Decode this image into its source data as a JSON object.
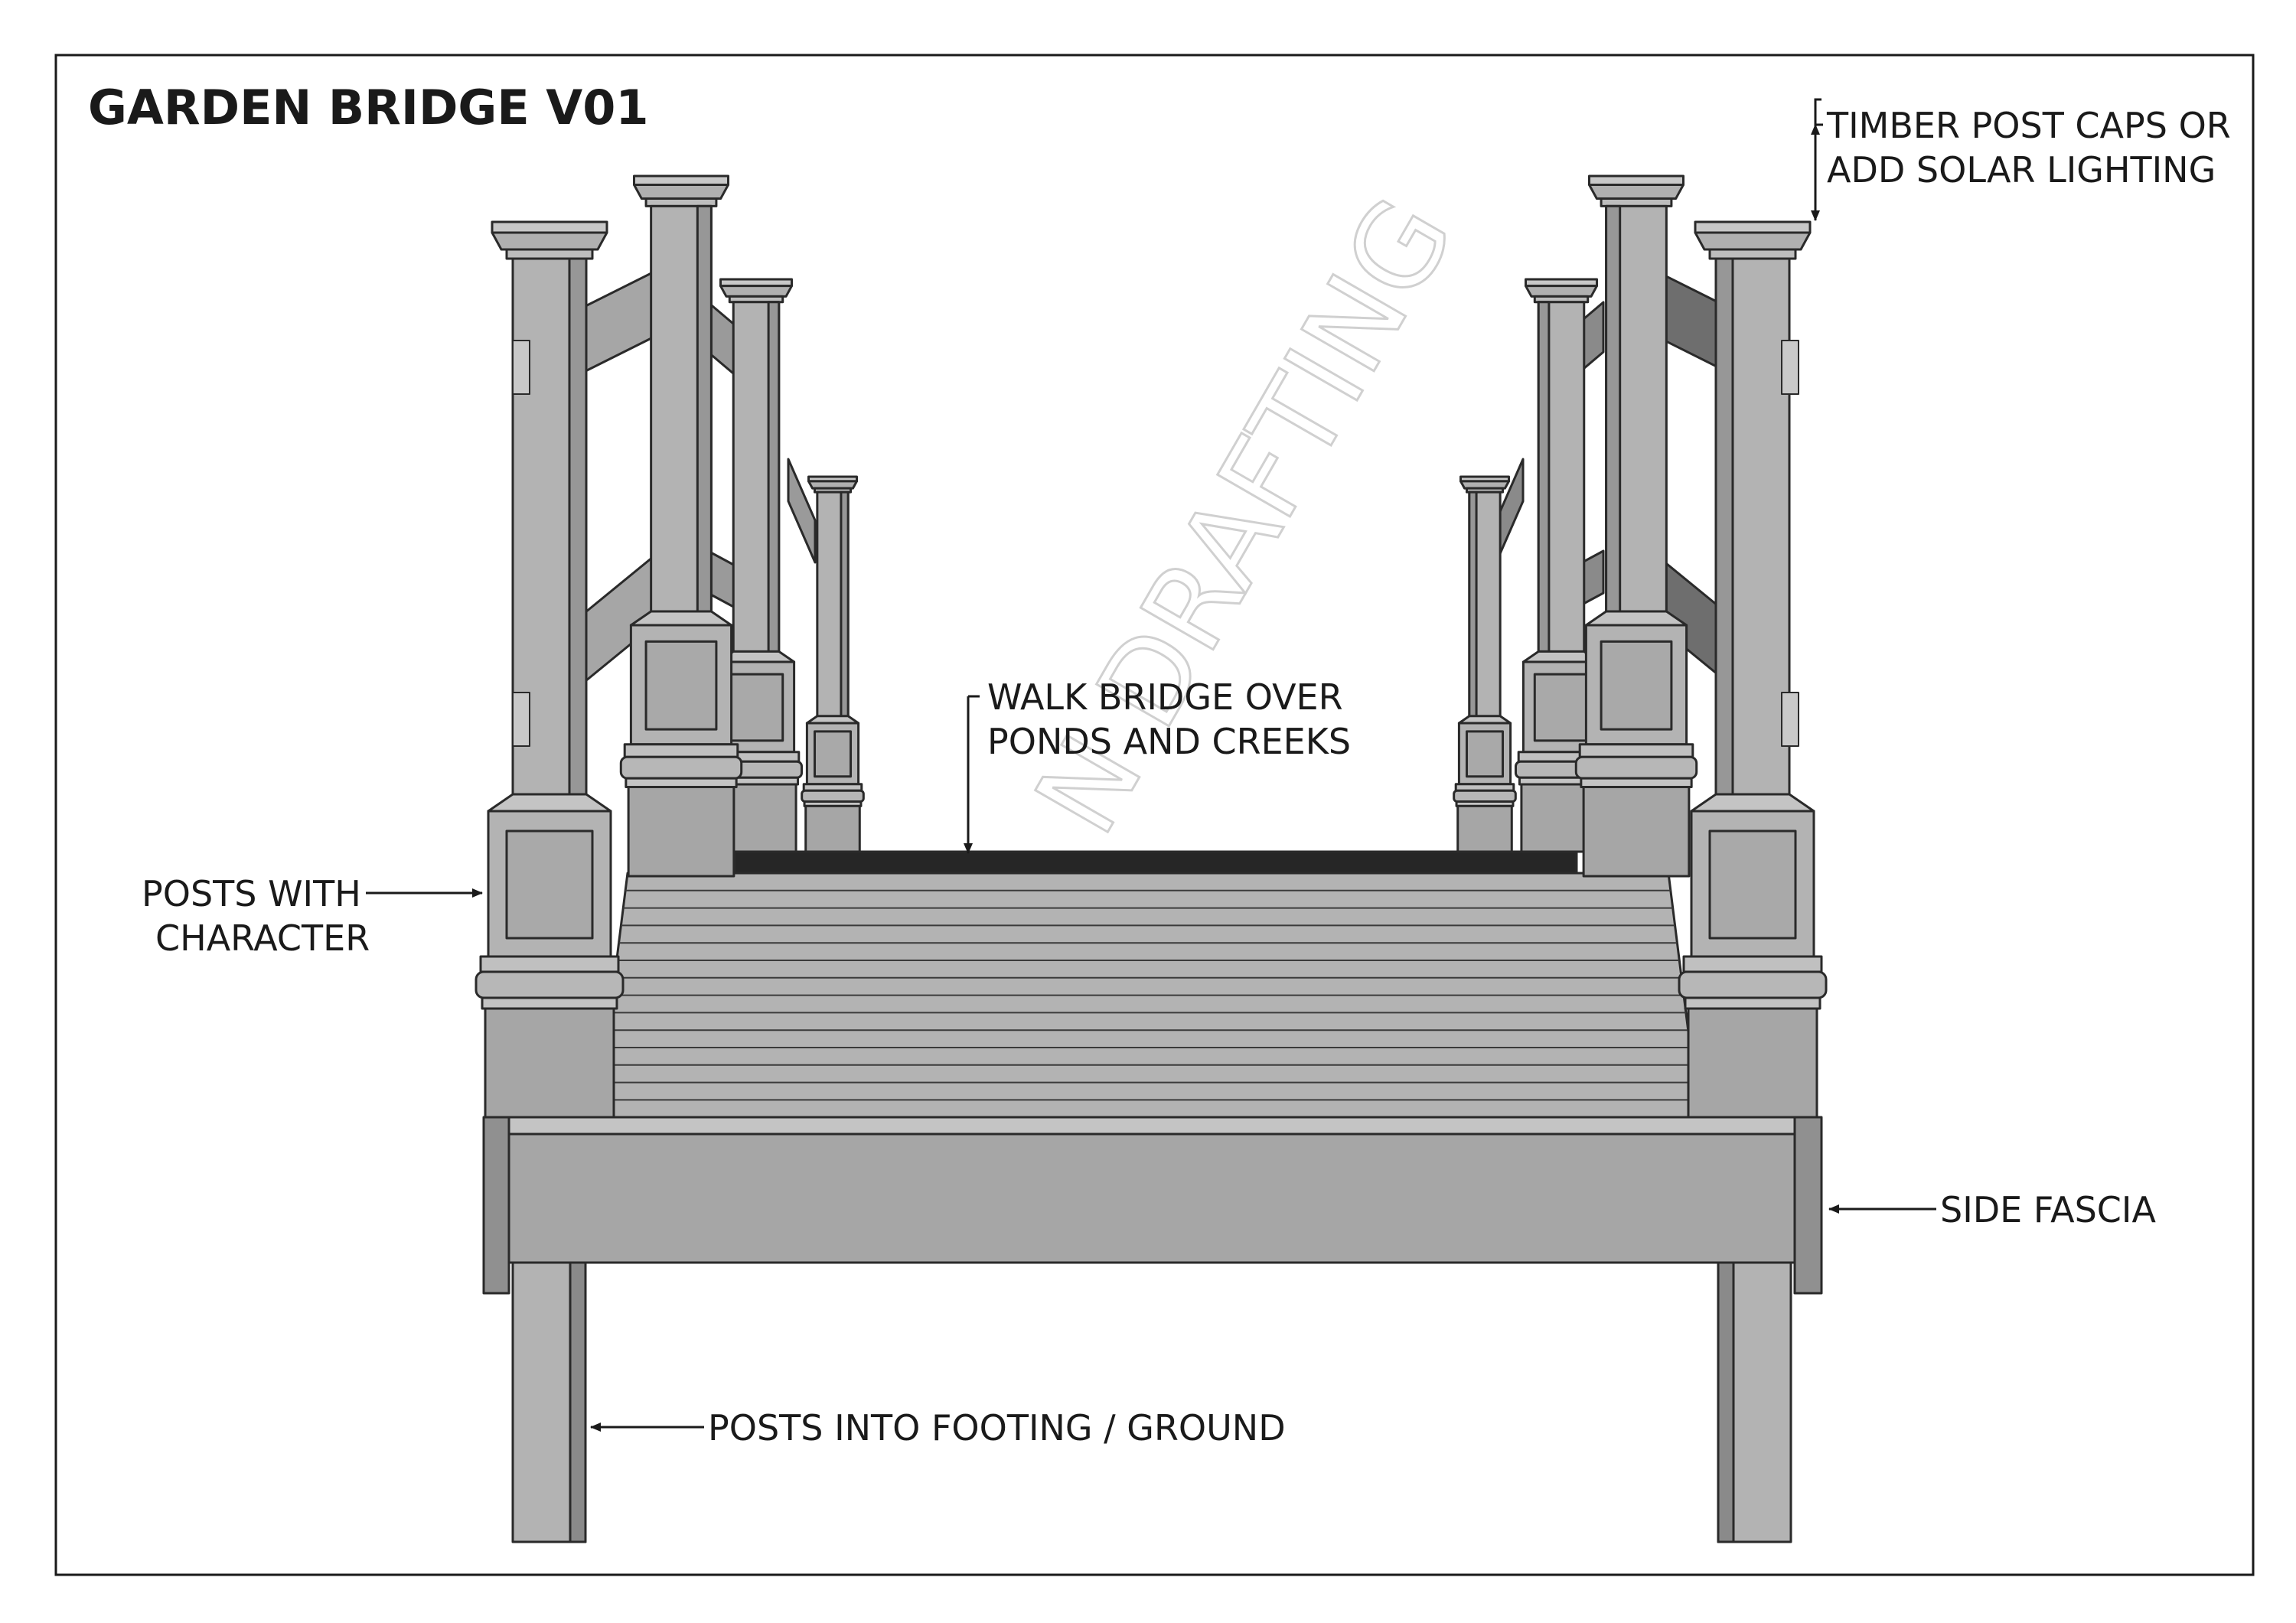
{
  "drawing": {
    "title": "GARDEN BRIDGE V01",
    "watermark": "N DRAFTING"
  },
  "annotations": {
    "post_caps": [
      "TIMBER POST CAPS OR",
      "ADD SOLAR LIGHTING"
    ],
    "walk_bridge": [
      "WALK BRIDGE OVER",
      "PONDS AND CREEKS"
    ],
    "posts_character": [
      "POSTS WITH",
      "CHARACTER"
    ],
    "side_fascia": "SIDE FASCIA",
    "posts_footing": "POSTS INTO FOOTING / GROUND"
  },
  "colors": {
    "timber_light": "#b3b3b3",
    "timber_mid": "#a6a6a6",
    "timber_dark": "#6e6e6e",
    "outline": "#2a2a2a",
    "deck_gap": "#262626"
  }
}
